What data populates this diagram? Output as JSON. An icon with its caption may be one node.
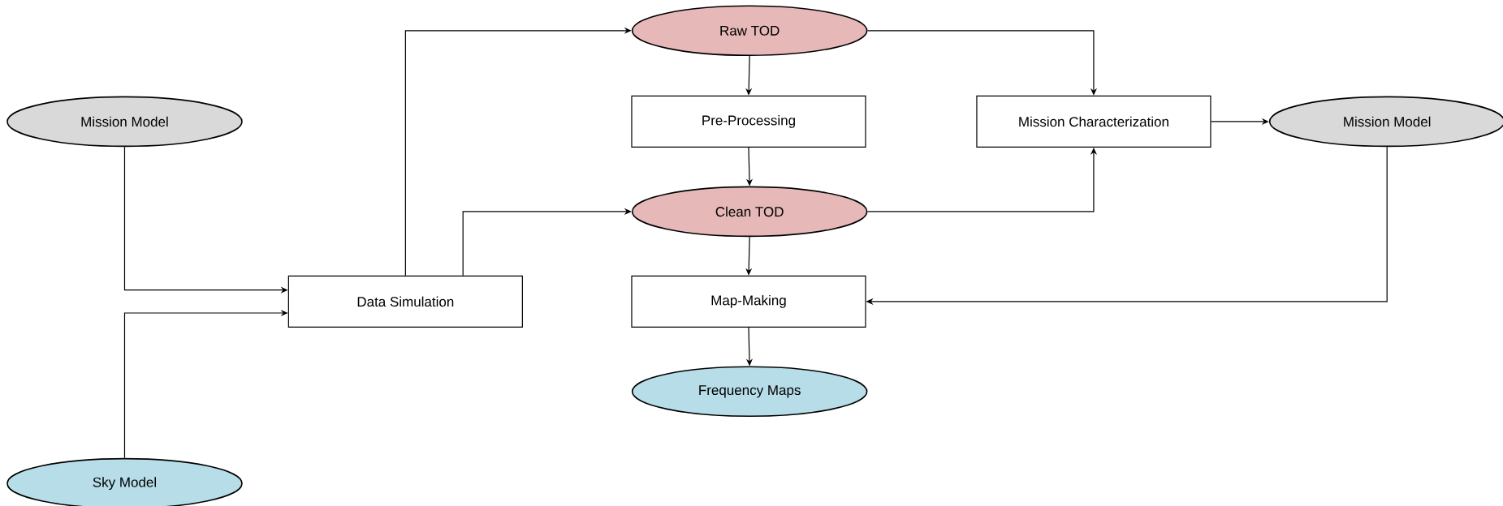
{
  "diagram": {
    "nodes": [
      {
        "text": [
          "Mission Model"
        ]
      },
      {
        "text": [
          "Sky Model"
        ]
      },
      {
        "text": [
          "Data Simulation"
        ]
      },
      {
        "text": [
          "Raw TOD"
        ]
      },
      {
        "text": [
          "Pre-Processing"
        ]
      },
      {
        "text": [
          "Clean TOD"
        ]
      },
      {
        "text": [
          "Map-Making"
        ]
      },
      {
        "text": [
          "Frequency Maps"
        ]
      },
      {
        "text": [
          "Mission Characterization"
        ]
      },
      {
        "text": [
          "Mission Model"
        ]
      }
    ],
    "edges": [
      {
        "from": 0,
        "to": 2,
        "arrow": "to"
      },
      {
        "from": 1,
        "to": 2,
        "arrow": "to"
      },
      {
        "from": 2,
        "to": 3,
        "arrow": "to"
      },
      {
        "from": 2,
        "to": 5,
        "arrow": "to"
      },
      {
        "from": 3,
        "to": 4,
        "arrow": "to"
      },
      {
        "from": 3,
        "to": 8,
        "arrow": "to"
      },
      {
        "from": 4,
        "to": 5,
        "arrow": "to"
      },
      {
        "from": 5,
        "to": 8,
        "arrow": "to"
      },
      {
        "from": 5,
        "to": 6,
        "arrow": "to"
      },
      {
        "from": 8,
        "to": 9,
        "arrow": "to"
      },
      {
        "from": 9,
        "to": 6,
        "arrow": "to"
      },
      {
        "from": 6,
        "to": 7,
        "arrow": "to"
      }
    ]
  }
}
